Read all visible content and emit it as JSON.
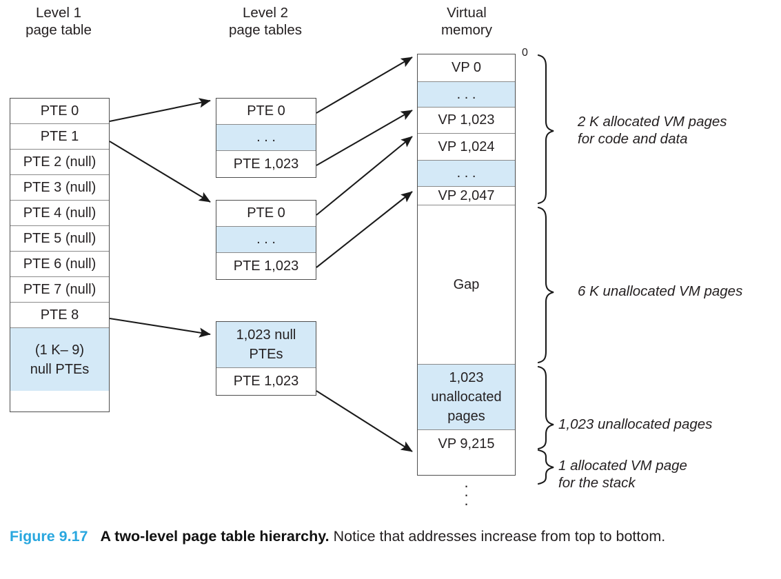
{
  "figure": {
    "number": "Figure 9.17",
    "title": "A two-level page table hierarchy.",
    "body": "Notice that addresses increase from top to bottom."
  },
  "colors": {
    "highlight_fill": "#d4e9f7",
    "box_border": "#4d4d4d",
    "row_divider": "#8a8a8a",
    "caption_accent": "#29a7df",
    "text": "#231f20"
  },
  "headers": {
    "level1": "Level 1\npage table",
    "level2": "Level 2\npage tables",
    "virtual_memory": "Virtual\nmemory"
  },
  "level1_table": {
    "name": "Level 1 page table",
    "rows": [
      {
        "label": "PTE 0",
        "highlight": false
      },
      {
        "label": "PTE 1",
        "highlight": false
      },
      {
        "label": "PTE 2 (null)",
        "highlight": false
      },
      {
        "label": "PTE 3 (null)",
        "highlight": false
      },
      {
        "label": "PTE 4 (null)",
        "highlight": false
      },
      {
        "label": "PTE 5 (null)",
        "highlight": false
      },
      {
        "label": "PTE 6 (null)",
        "highlight": false
      },
      {
        "label": "PTE 7 (null)",
        "highlight": false
      },
      {
        "label": "PTE 8",
        "highlight": false
      },
      {
        "label": "(1 K– 9)\nnull PTEs",
        "highlight": true
      }
    ]
  },
  "level2_tables": [
    {
      "name": "Level 2 page table A",
      "rows": [
        {
          "label": "PTE 0",
          "highlight": false
        },
        {
          "label": ". . .",
          "highlight": true
        },
        {
          "label": "PTE 1,023",
          "highlight": false
        }
      ]
    },
    {
      "name": "Level 2 page table B",
      "rows": [
        {
          "label": "PTE 0",
          "highlight": false
        },
        {
          "label": ". . .",
          "highlight": true
        },
        {
          "label": "PTE 1,023",
          "highlight": false
        }
      ]
    },
    {
      "name": "Level 2 page table C",
      "rows": [
        {
          "label": "1,023 null\nPTEs",
          "highlight": true
        },
        {
          "label": "PTE 1,023",
          "highlight": false
        }
      ]
    }
  ],
  "virtual_memory": {
    "name": "Virtual memory",
    "start_address_label": "0",
    "rows": [
      {
        "label": "VP 0",
        "highlight": false
      },
      {
        "label": ". . .",
        "highlight": true
      },
      {
        "label": "VP 1,023",
        "highlight": false
      },
      {
        "label": "VP 1,024",
        "highlight": false
      },
      {
        "label": ". . .",
        "highlight": true
      },
      {
        "label": "VP 2,047",
        "highlight": false
      },
      {
        "label": "Gap",
        "highlight": false
      },
      {
        "label": "1,023\nunallocated\npages",
        "highlight": true
      },
      {
        "label": "VP 9,215",
        "highlight": false
      }
    ],
    "trailing_ellipsis": "·"
  },
  "annotations": [
    {
      "text": "2 K allocated VM pages\nfor code and data"
    },
    {
      "text": "6 K unallocated VM pages"
    },
    {
      "text": "1,023 unallocated pages"
    },
    {
      "text": "1 allocated VM page\nfor the stack"
    }
  ]
}
